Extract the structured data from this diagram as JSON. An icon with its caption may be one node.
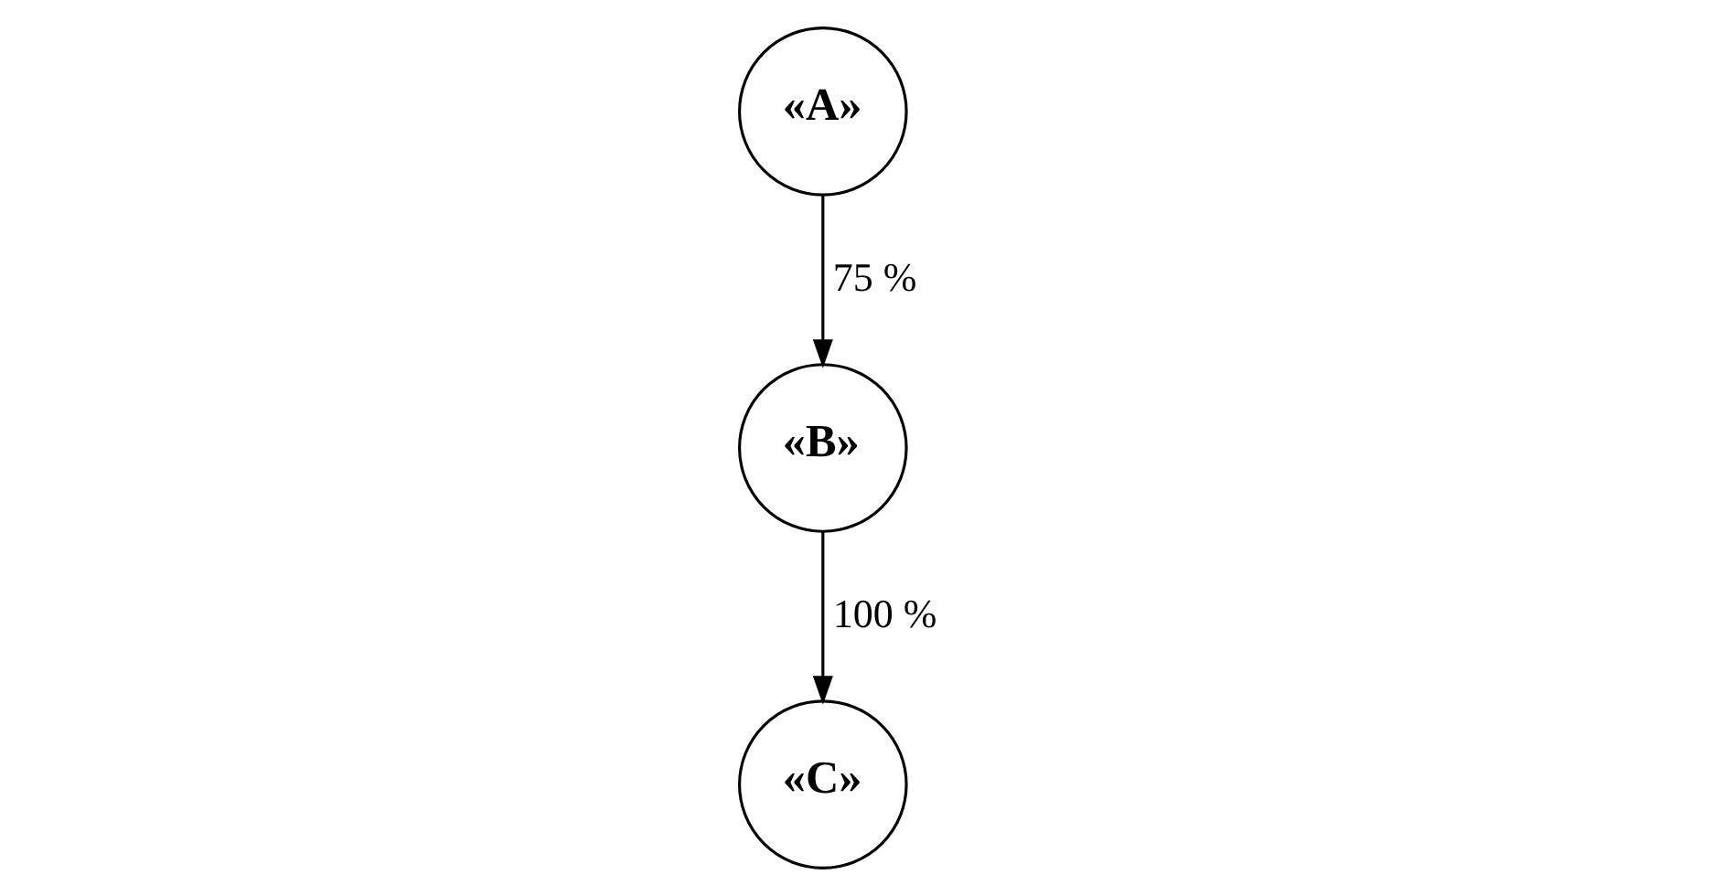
{
  "diagram": {
    "nodes": [
      {
        "text": [
          "«A»"
        ]
      },
      {
        "text": [
          "«B»"
        ]
      },
      {
        "text": [
          "«C»"
        ]
      }
    ],
    "edges": [
      {
        "from": 0,
        "to": 1,
        "arrow": "to",
        "label": "75 %"
      },
      {
        "from": 1,
        "to": 2,
        "arrow": "to",
        "label": "100 %"
      }
    ]
  }
}
